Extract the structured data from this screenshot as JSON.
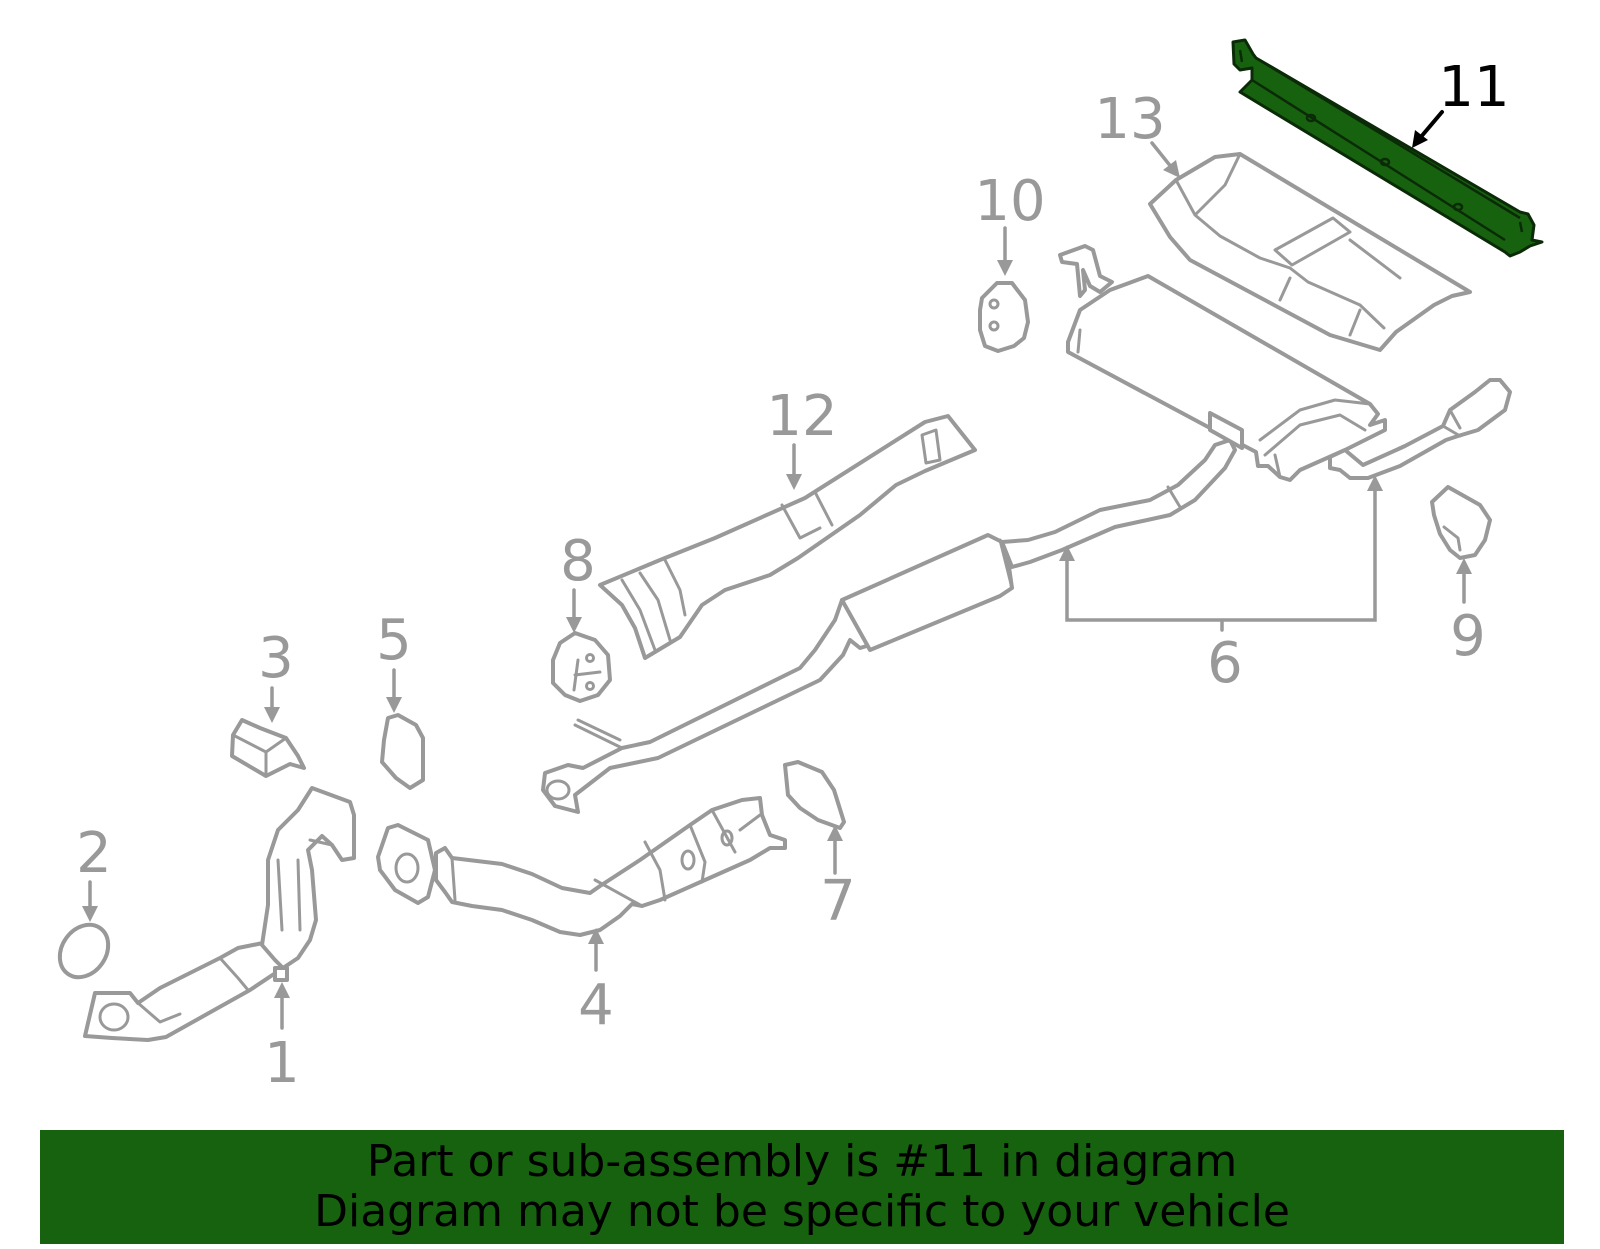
{
  "callouts": [
    {
      "id": "1",
      "label": "1"
    },
    {
      "id": "2",
      "label": "2"
    },
    {
      "id": "3",
      "label": "3"
    },
    {
      "id": "4",
      "label": "4"
    },
    {
      "id": "5",
      "label": "5"
    },
    {
      "id": "6",
      "label": "6"
    },
    {
      "id": "7",
      "label": "7"
    },
    {
      "id": "8",
      "label": "8"
    },
    {
      "id": "9",
      "label": "9"
    },
    {
      "id": "10",
      "label": "10"
    },
    {
      "id": "11",
      "label": "11"
    },
    {
      "id": "12",
      "label": "12"
    },
    {
      "id": "13",
      "label": "13"
    }
  ],
  "highlighted_part": "11",
  "colors": {
    "part_stroke": "#999999",
    "highlight_fill": "#17620f",
    "banner_background": "#17620f",
    "banner_text": "#000000"
  },
  "banner": {
    "line1": "Part or sub-assembly is #11 in diagram",
    "line2": "Diagram may not be specific to your vehicle"
  }
}
